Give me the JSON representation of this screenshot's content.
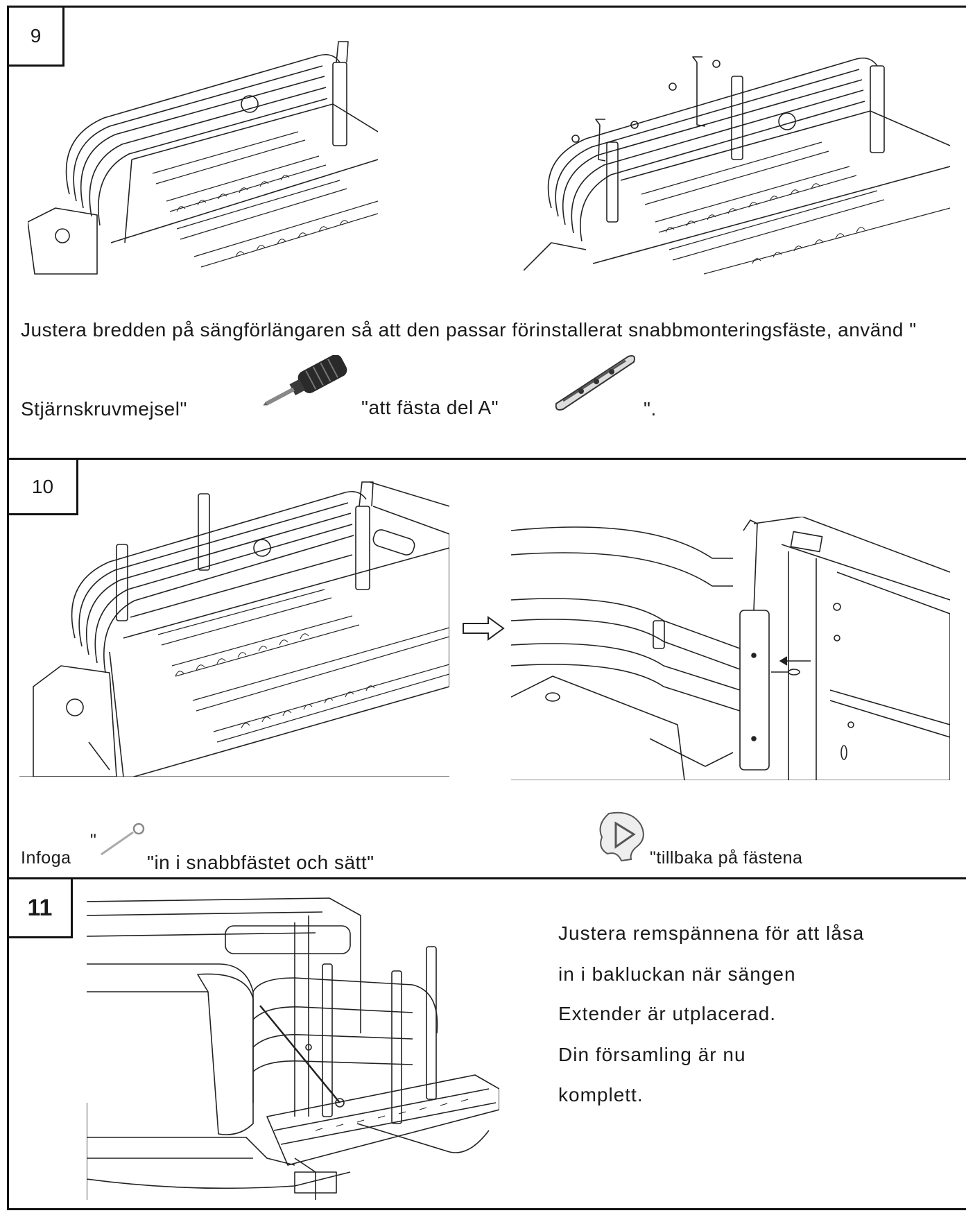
{
  "steps": [
    {
      "number": "9",
      "text_line1": "Justera bredden på sängförlängaren så att den passar förinstallerat snabbmonteringsfäste, använd \"",
      "text_line2_a": "Stjärnskruvmejsel\"",
      "text_line2_b": "\"att fästa del A\"",
      "text_line2_c": "\".",
      "icons": [
        "screwdriver-icon",
        "part-a-bracket-icon"
      ]
    },
    {
      "number": "10",
      "text_a_prefix": "Infoga",
      "text_a_quote": "\"",
      "text_a_suffix": "\"in i snabbfästet och sätt\"",
      "text_b": "\"tillbaka på fästena",
      "icons": [
        "pin-icon",
        "clip-icon",
        "arrow-right-icon"
      ]
    },
    {
      "number": "11",
      "lines": [
        "Justera remspännena för att låsa",
        "in i bakluckan när sängen",
        "Extender är utplacerad.",
        "Din församling är nu",
        "komplett."
      ]
    }
  ]
}
